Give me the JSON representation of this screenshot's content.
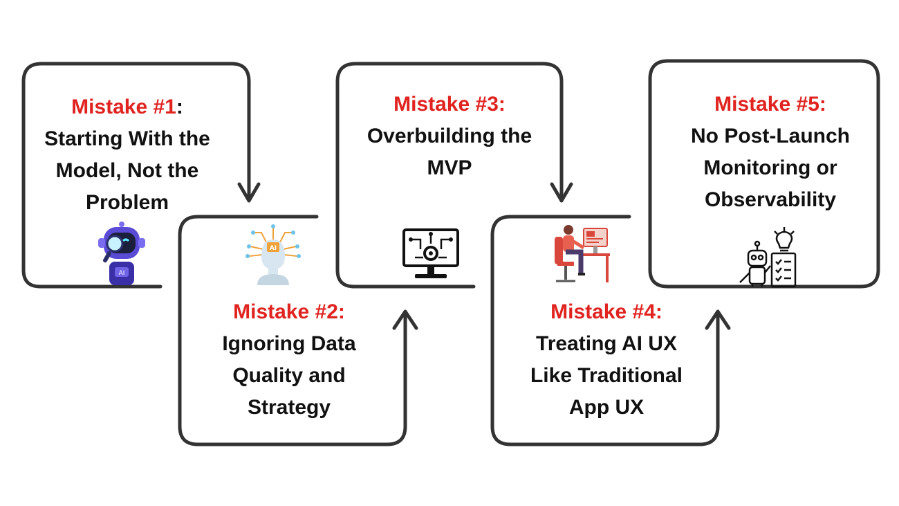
{
  "colors": {
    "background": "#ffffff",
    "outline": "#333333",
    "label_red": "#e0231f",
    "text": "#111111"
  },
  "steps": [
    {
      "label": "Mistake #1",
      "label_suffix": ":",
      "lines": [
        "Starting With the",
        "Model, Not the",
        "Problem"
      ],
      "icon": "robot-magnifier-icon"
    },
    {
      "label": "Mistake #2:",
      "label_suffix": "",
      "lines": [
        "Ignoring Data",
        "Quality and",
        "Strategy"
      ],
      "icon": "ai-head-circuit-icon"
    },
    {
      "label": "Mistake #3:",
      "label_suffix": "",
      "lines": [
        "Overbuilding the",
        "MVP"
      ],
      "icon": "monitor-circuit-gear-icon"
    },
    {
      "label": "Mistake #4:",
      "label_suffix": "",
      "lines": [
        "Treating AI UX",
        "Like Traditional",
        "App UX"
      ],
      "icon": "person-at-desk-icon"
    },
    {
      "label": "Mistake #5:",
      "label_suffix": "",
      "lines": [
        "No Post-Launch",
        "Monitoring or",
        "Observability"
      ],
      "icon": "robot-checklist-lightbulb-icon"
    }
  ]
}
